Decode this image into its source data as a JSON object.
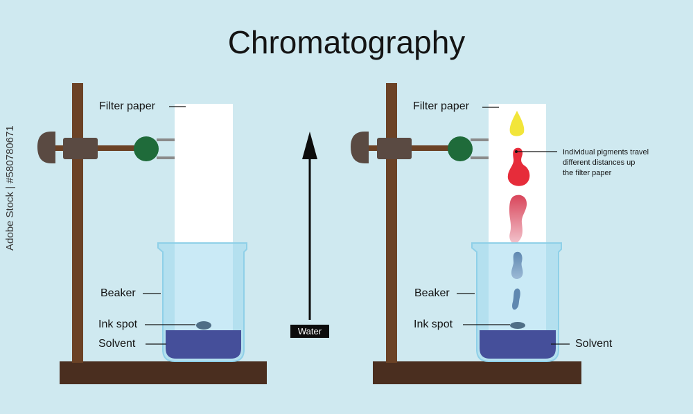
{
  "title": "Chromatography",
  "left_apparatus": {
    "filter_paper": "Filter paper",
    "beaker": "Beaker",
    "ink_spot": "Ink spot",
    "solvent": "Solvent"
  },
  "arrow_label": "Water",
  "right_apparatus": {
    "filter_paper": "Filter paper",
    "beaker": "Beaker",
    "ink_spot": "Ink spot",
    "solvent": "Solvent",
    "pigments_note": [
      "Individual pigments travel",
      "different distances up",
      "the filter paper"
    ]
  },
  "watermark": "Adobe Stock | #580780671",
  "colors": {
    "background": "#cfe9f0",
    "stand_rod": "#6b4226",
    "base": "#4a2e1f",
    "clamp": "#5a4a42",
    "clamp_ball": "#1f6b3a",
    "beaker_glass": "#9fd8ee",
    "solvent": "#454f9a",
    "ink_spot": "#4f6e86",
    "pigment_yellow": "#f2e53a",
    "pigment_red": "#e62c3a",
    "pigment_pink": "#d9455a",
    "pigment_blue": "#5f88b0"
  }
}
